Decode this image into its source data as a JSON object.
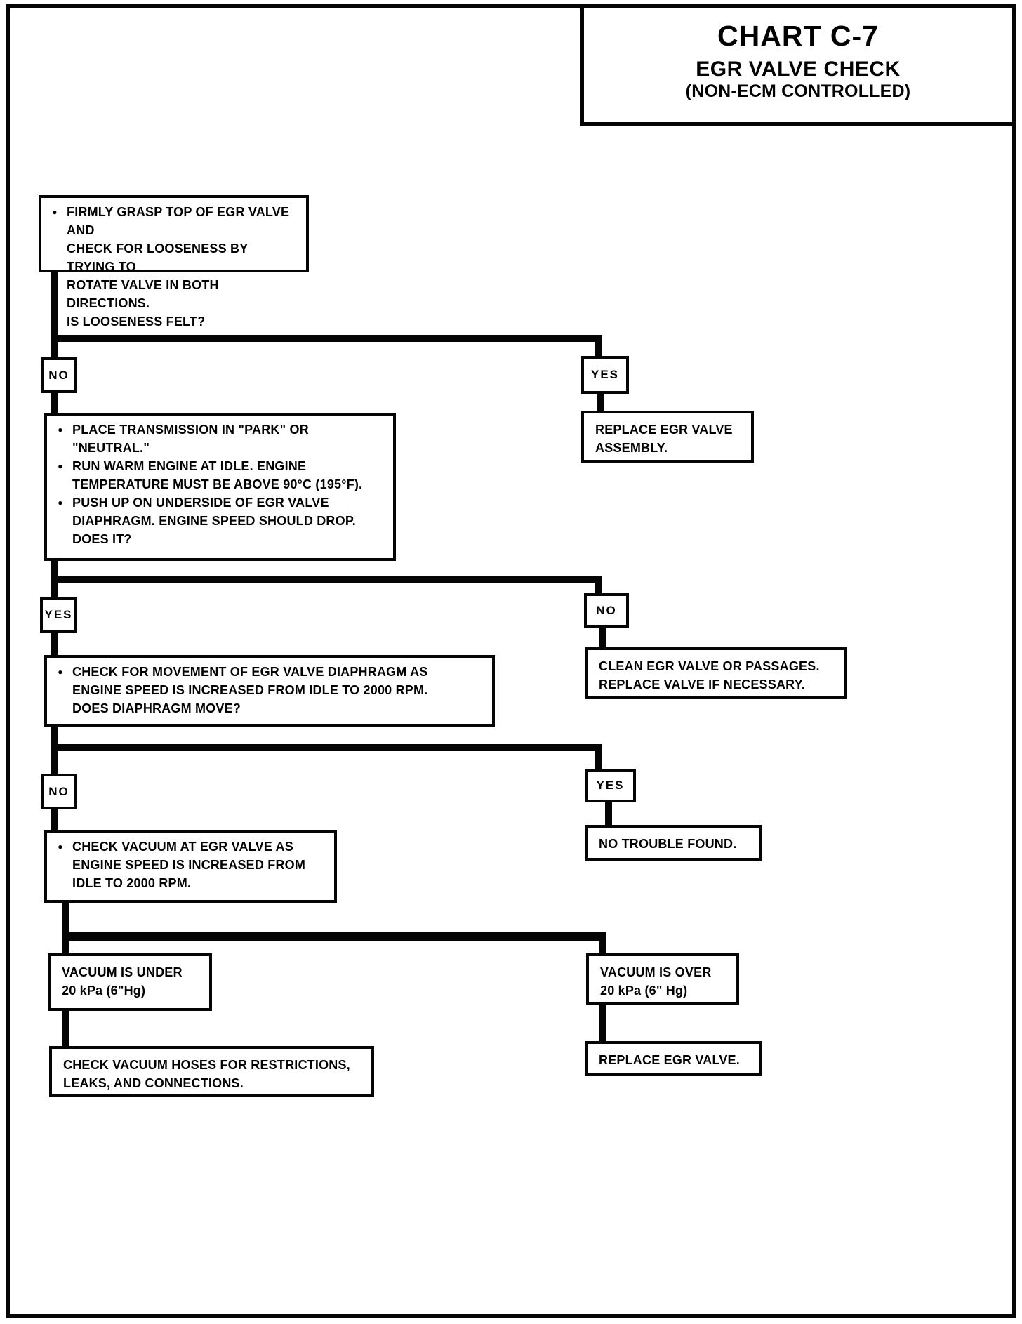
{
  "title": {
    "chart": "CHART C-7",
    "subtitle": "EGR VALVE CHECK",
    "subtitle2": "(NON-ECM CONTROLLED)"
  },
  "labels": {
    "yes": "YES",
    "no": "NO"
  },
  "icons": {
    "bullet": "●"
  },
  "nodes": {
    "check_looseness": {
      "text": "FIRMLY GRASP TOP OF EGR VALVE AND\nCHECK FOR LOOSENESS BY TRYING TO\nROTATE VALVE IN BOTH DIRECTIONS.\nIS LOOSENESS FELT?"
    },
    "replace_assembly": {
      "text": "REPLACE EGR VALVE\nASSEMBLY."
    },
    "run_engine": {
      "bullets": [
        "PLACE TRANSMISSION IN \"PARK\" OR\n\"NEUTRAL.\"",
        "RUN WARM ENGINE AT IDLE.  ENGINE\nTEMPERATURE MUST BE  ABOVE 90°C (195°F).",
        "PUSH UP ON UNDERSIDE OF EGR VALVE\nDIAPHRAGM.  ENGINE SPEED SHOULD DROP.\nDOES IT?"
      ]
    },
    "clean_valve": {
      "text": "CLEAN EGR VALVE OR PASSAGES.\nREPLACE VALVE IF NECESSARY."
    },
    "check_diaphragm": {
      "text": "CHECK FOR MOVEMENT OF EGR VALVE DIAPHRAGM AS\nENGINE SPEED IS INCREASED FROM IDLE TO 2000 RPM.\nDOES DIAPHRAGM MOVE?"
    },
    "no_trouble": {
      "text": "NO TROUBLE FOUND."
    },
    "check_vacuum": {
      "text": "CHECK VACUUM AT EGR VALVE AS\nENGINE SPEED IS INCREASED FROM\nIDLE TO 2000 RPM."
    },
    "vacuum_under": {
      "text": "VACUUM IS UNDER\n20 kPa (6\"Hg)"
    },
    "vacuum_over": {
      "text": "VACUUM IS  OVER\n20 kPa (6\" Hg)"
    },
    "check_hoses": {
      "text": "CHECK VACUUM HOSES FOR RESTRICTIONS,\nLEAKS, AND CONNECTIONS."
    },
    "replace_valve": {
      "text": "REPLACE EGR VALVE."
    }
  }
}
